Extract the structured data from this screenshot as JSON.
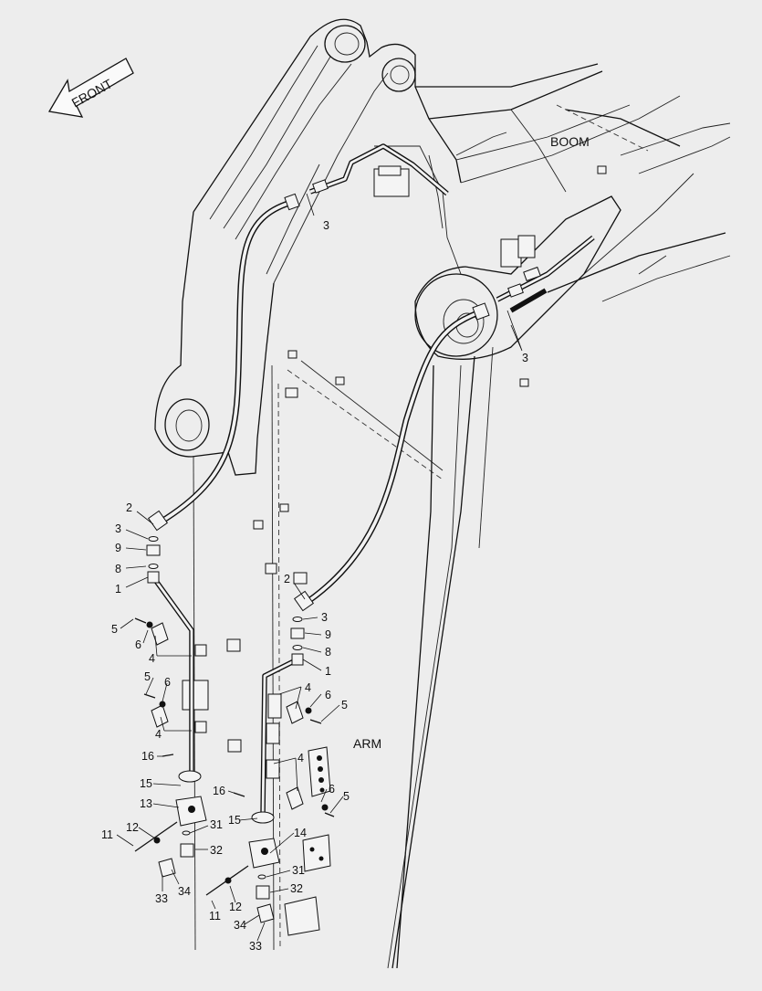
{
  "labels": {
    "front": "FRONT",
    "boom": "BOOM",
    "arm": "ARM"
  },
  "callouts": {
    "c3_top": "3",
    "c3_right": "3",
    "left": {
      "n2": "2",
      "n3": "3",
      "n9": "9",
      "n8": "8",
      "n1": "1",
      "n5a": "5",
      "n6a": "6",
      "n4a": "4",
      "n5b": "5",
      "n6b": "6",
      "n4b": "4",
      "n16": "16",
      "n15": "15",
      "n13": "13",
      "n12": "12",
      "n11": "11",
      "n31": "31",
      "n32": "32",
      "n34": "34",
      "n33": "33"
    },
    "right": {
      "n2": "2",
      "n3": "3",
      "n9": "9",
      "n8": "8",
      "n1": "1",
      "n4a": "4",
      "n6a": "6",
      "n5a": "5",
      "n4b": "4",
      "n6b": "6",
      "n5b": "5",
      "n16": "16",
      "n15": "15",
      "n14": "14",
      "n31": "31",
      "n32": "32",
      "n11": "11",
      "n12": "12",
      "n34": "34",
      "n33": "33"
    }
  }
}
